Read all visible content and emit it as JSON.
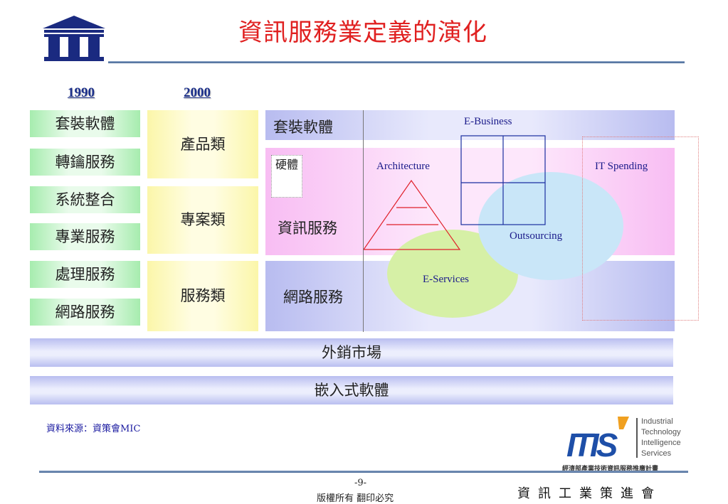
{
  "title": "資訊服務業定義的演化",
  "years": {
    "y1990": "1990",
    "y2000": "2000"
  },
  "col1990": [
    "套裝軟體",
    "轉鑰服務",
    "系統整合",
    "專業服務",
    "處理服務",
    "網路服務"
  ],
  "col2000": [
    "產品類",
    "專案類",
    "服務類"
  ],
  "right": {
    "pkg": "套裝軟體",
    "hardware": "硬體",
    "svc": "資訊服務",
    "net": "網路服務"
  },
  "diagram": {
    "ebusiness": "E-Business",
    "architecture": "Architecture",
    "outsourcing": "Outsourcing",
    "eservices": "E-Services",
    "itspending": "IT Spending"
  },
  "bars": {
    "export": "外銷市場",
    "embedded": "嵌入式軟體"
  },
  "source": "資料來源：資策會MIC",
  "footer": {
    "page": "-9-",
    "copyright": "版權所有  翻印必究",
    "org": "資訊工業策進會"
  },
  "itis": {
    "lines": [
      "Industrial",
      "Technology",
      "Intelligence",
      "Services"
    ],
    "caption": "經濟部產業技術資訊服務推廣計畫",
    "mark": "ITIS"
  },
  "colors": {
    "title": "#e02020",
    "year": "#1b2f8a",
    "ebusiness_box": "#1a2fa0",
    "pyramid": "#e0202a",
    "outsourcing": "#c9e6f8",
    "eservices": "#d6f0a6"
  }
}
